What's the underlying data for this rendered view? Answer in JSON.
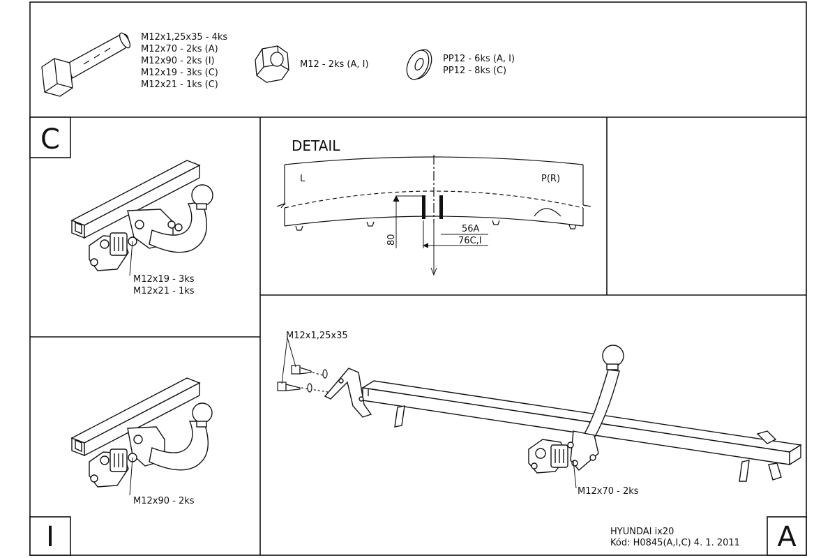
{
  "parts": {
    "bolt": {
      "lines": [
        "M12x1,25x35 - 4ks",
        "M12x70 - 2ks (A)",
        "M12x90 - 2ks (I)",
        "M12x19 - 3ks (C)",
        "M12x21 - 1ks (C)"
      ]
    },
    "nut": {
      "label": "M12 - 2ks (A, I)"
    },
    "washer": {
      "lines": [
        "PP12 - 6ks (A, I)",
        "PP12 - 8ks (C)"
      ]
    }
  },
  "panel_c": {
    "letter": "C",
    "labels": [
      "M12x19 - 3ks",
      "M12x21 - 1ks"
    ]
  },
  "panel_i": {
    "letter": "I",
    "label": "M12x90 - 2ks"
  },
  "detail": {
    "title": "DETAIL",
    "left_label": "L",
    "right_label": "P(R)",
    "dim_vertical": "80",
    "dim_a": "56A",
    "dim_ci": "76C,I"
  },
  "panel_a": {
    "letter": "A",
    "bolt_label": "M12x1,25x35",
    "bolt2_label": "M12x70 - 2ks",
    "title_line1": "HYUNDAI ix20",
    "title_line2": "Kód: H0845(A,I,C)  4. 1. 2011"
  }
}
